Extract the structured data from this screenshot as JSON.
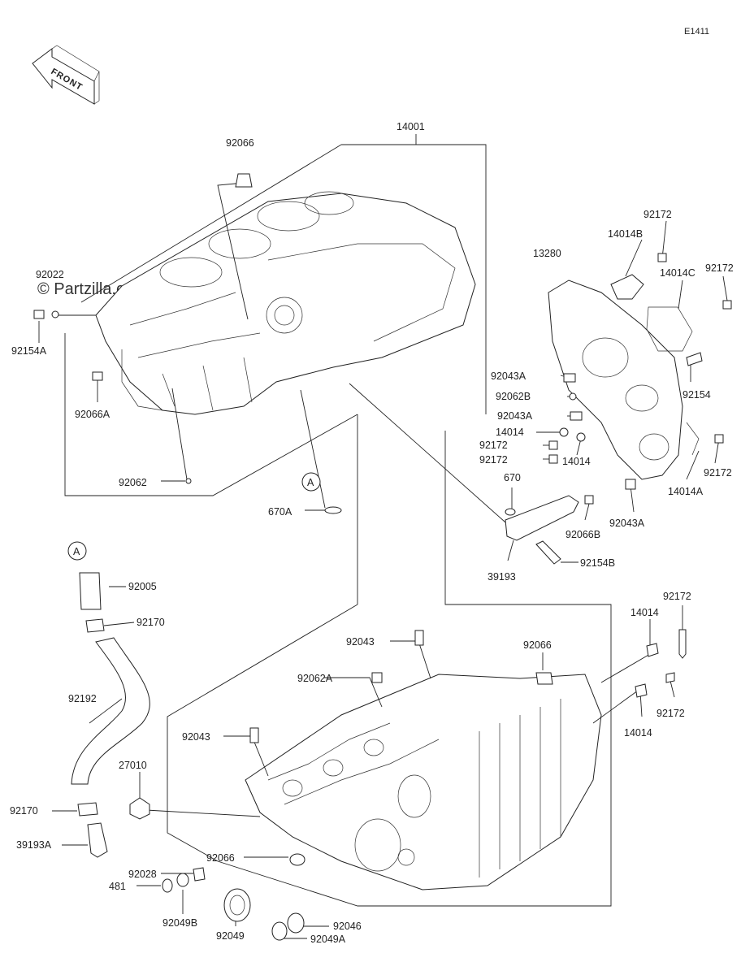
{
  "diagram_code": "E1411",
  "watermark": "© Partzilla.com",
  "front_label": "FRONT",
  "callout_a": "A",
  "labels": {
    "p14001": "14001",
    "p92066_top": "92066",
    "p92022": "92022",
    "p92154A": "92154A",
    "p92066A": "92066A",
    "p92062": "92062",
    "p670A": "670A",
    "p92005": "92005",
    "p92170_top": "92170",
    "p92192": "92192",
    "p27010": "27010",
    "p92170_bot": "92170",
    "p39193A": "39193A",
    "p92028": "92028",
    "p481": "481",
    "p92049B": "92049B",
    "p92049": "92049",
    "p92049A": "92049A",
    "p92046": "92046",
    "p92066_bot": "92066",
    "p92043_left": "92043",
    "p92062A": "92062A",
    "p92043_top": "92043",
    "p92066_right": "92066",
    "p92172_a": "92172",
    "p14014B": "14014B",
    "p13280": "13280",
    "p14014C": "14014C",
    "p92172_b": "92172",
    "p92043A_1": "92043A",
    "p92062B": "92062B",
    "p92043A_2": "92043A",
    "p14014_1": "14014",
    "p92172_c": "92172",
    "p92172_d": "92172",
    "p14014_2": "14014",
    "p92154": "92154",
    "p92172_e": "92172",
    "p14014A": "14014A",
    "p92043A_3": "92043A",
    "p670": "670",
    "p92066B": "92066B",
    "p39193": "39193",
    "p92154B": "92154B",
    "p92172_f": "92172",
    "p14014_3": "14014",
    "p92172_g": "92172",
    "p14014_4": "14014"
  }
}
